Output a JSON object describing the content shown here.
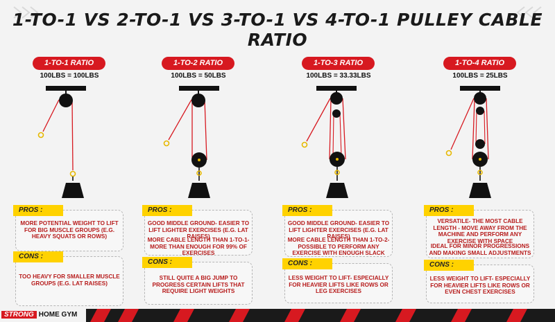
{
  "title": "1-TO-1 VS 2-TO-1 VS 3-TO-1 VS 4-TO-1 PULLEY CABLE RATIO",
  "brand": {
    "strong": "STRONG",
    "rest": "HOME GYM"
  },
  "colors": {
    "accent": "#d71920",
    "highlight": "#ffd200",
    "text_red": "#b71c1c",
    "dark": "#1a1a1a"
  },
  "columns": [
    {
      "ratio_label": "1-TO-1 RATIO",
      "ratio_value": "100LBS = 100LBS",
      "pros_label": "PROS :",
      "pros": [
        "MORE POTENTIAL WEIGHT TO LIFT FOR BIG MUSCLE GROUPS (E.G. HEAVY SQUATS OR ROWS)"
      ],
      "cons_label": "CONS :",
      "cons": [
        "TOO HEAVY FOR SMALLER MUSCLE GROUPS (E.G. LAT RAISES)"
      ]
    },
    {
      "ratio_label": "1-TO-2 RATIO",
      "ratio_value": "100LBS = 50LBS",
      "pros_label": "PROS :",
      "pros": [
        "GOOD MIDDLE GROUND- EASIER TO LIFT LIGHTER EXERCISES (E.G. LAT RAISES)",
        "MORE CABLE LENGTH THAN 1-TO-1- MORE THAN ENOUGH FOR 99% OF EXERCISES"
      ],
      "cons_label": "CONS :",
      "cons": [
        "STILL QUITE A BIG JUMP TO PROGRESS CERTAIN LIFTS THAT REQUIRE LIGHT WEIGHTS"
      ]
    },
    {
      "ratio_label": "1-TO-3 RATIO",
      "ratio_value": "100LBS = 33.33LBS",
      "pros_label": "PROS :",
      "pros": [
        "GOOD MIDDLE GROUND- EASIER TO LIFT LIGHTER EXERCISES (E.G. LAT RAISES)",
        "MORE CABLE LENGTH THAN 1-TO-2- POSSIBLE TO PERFORM ANY EXERCISE WITH ENOUGH SLACK"
      ],
      "cons_label": "CONS :",
      "cons": [
        "LESS WEIGHT TO LIFT- ESPECIALLY FOR HEAVIER LIFTS LIKE ROWS OR LEG EXERCISES"
      ]
    },
    {
      "ratio_label": "1-TO-4 RATIO",
      "ratio_value": "100LBS = 25LBS",
      "pros_label": "PROS :",
      "pros": [
        "VERSATILE- THE MOST CABLE LENGTH - MOVE AWAY FROM THE MACHINE AND PERFORM ANY EXERCISE WITH SPACE",
        "IDEAL FOR MINOR PROGRESSIONS AND MAKING SMALL ADJUSTMENTS"
      ],
      "cons_label": "CONS :",
      "cons": [
        "LESS WEIGHT TO LIFT- ESPECIALLY FOR HEAVIER LIFTS LIKE ROWS OR EVEN CHEST EXERCISES"
      ]
    }
  ]
}
